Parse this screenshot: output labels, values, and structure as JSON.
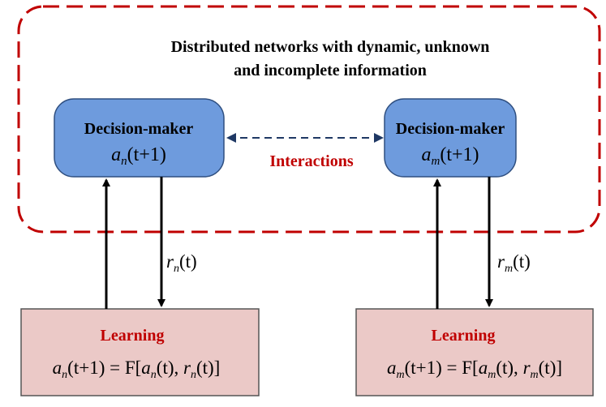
{
  "region": {
    "title_line1": "Distributed networks with dynamic, unknown",
    "title_line2": "and incomplete information",
    "border_color": "#C00000"
  },
  "decision_maker_n": {
    "label": "Decision-maker",
    "action": {
      "symbol": "a",
      "sub": "n",
      "arg": "(t+1)"
    }
  },
  "decision_maker_m": {
    "label": "Decision-maker",
    "action": {
      "symbol": "a",
      "sub": "m",
      "arg": "(t+1)"
    }
  },
  "interaction": {
    "label": "Interactions",
    "color": "#1F3864"
  },
  "reward_n": {
    "symbol": "r",
    "sub": "n",
    "arg": "(t)"
  },
  "reward_m": {
    "symbol": "r",
    "sub": "m",
    "arg": "(t)"
  },
  "learning_n": {
    "label": "Learning",
    "eq": {
      "a1": "a",
      "s1": "n",
      "t1": "(t+1) = F[",
      "a2": "a",
      "s2": "n",
      "t2": "(t), ",
      "a3": "r",
      "s3": "n",
      "t3": "(t)]"
    }
  },
  "learning_m": {
    "label": "Learning",
    "eq": {
      "a1": "a",
      "s1": "m",
      "t1": "(t+1) = F[",
      "a2": "a",
      "s2": "m",
      "t2": "(t), ",
      "a3": "r",
      "s3": "m",
      "t3": "(t)]"
    }
  },
  "colors": {
    "decision_fill": "#6E9BDD",
    "decision_stroke": "#2F4F80",
    "learning_fill": "#EBC9C7",
    "learning_stroke": "#555555",
    "label_red": "#C00000",
    "arrow": "#000000"
  }
}
